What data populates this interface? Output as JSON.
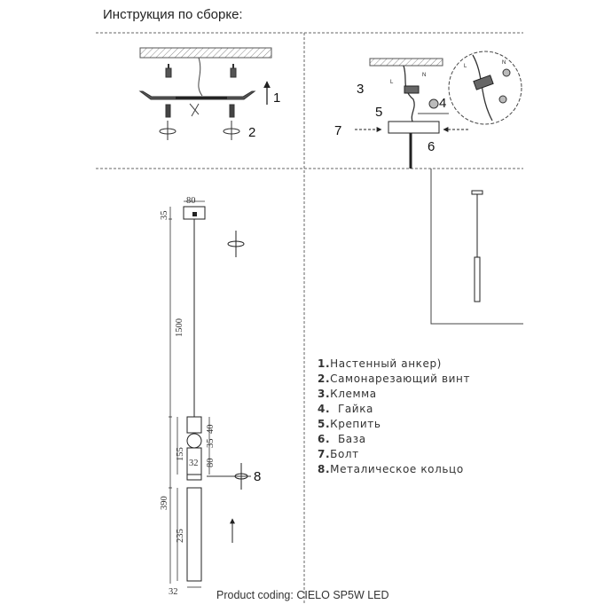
{
  "heading": "Инструкция по сборке:",
  "legend": [
    {
      "num": "1.",
      "text": "Настенный анкер)"
    },
    {
      "num": "2.",
      "text": "Самонарезающий винт"
    },
    {
      "num": "3.",
      "text": "Клемма"
    },
    {
      "num": "4.",
      "text": "  Гайка"
    },
    {
      "num": "5.",
      "text": "Крепить"
    },
    {
      "num": "6.",
      "text": "  База"
    },
    {
      "num": "7.",
      "text": "Болт"
    },
    {
      "num": "8.",
      "text": "Металическое кольцо"
    }
  ],
  "product_coding": "Product coding: CIELO SP5W LED",
  "callouts": {
    "c1": "1",
    "c2": "2",
    "c3": "3",
    "c4": "4",
    "c5": "5",
    "c6": "6",
    "c7": "7",
    "c8": "8"
  },
  "wire_letters": {
    "L": "L",
    "N": "N"
  },
  "dimensions": {
    "base_width": "80",
    "base_height": "35",
    "cable_length": "1500",
    "upper_section": "155",
    "d40": "40",
    "d35": "35",
    "d32_mid": "32",
    "d80_mid": "80",
    "lower_total": "390",
    "lower_tube": "235",
    "tube_width": "32"
  }
}
